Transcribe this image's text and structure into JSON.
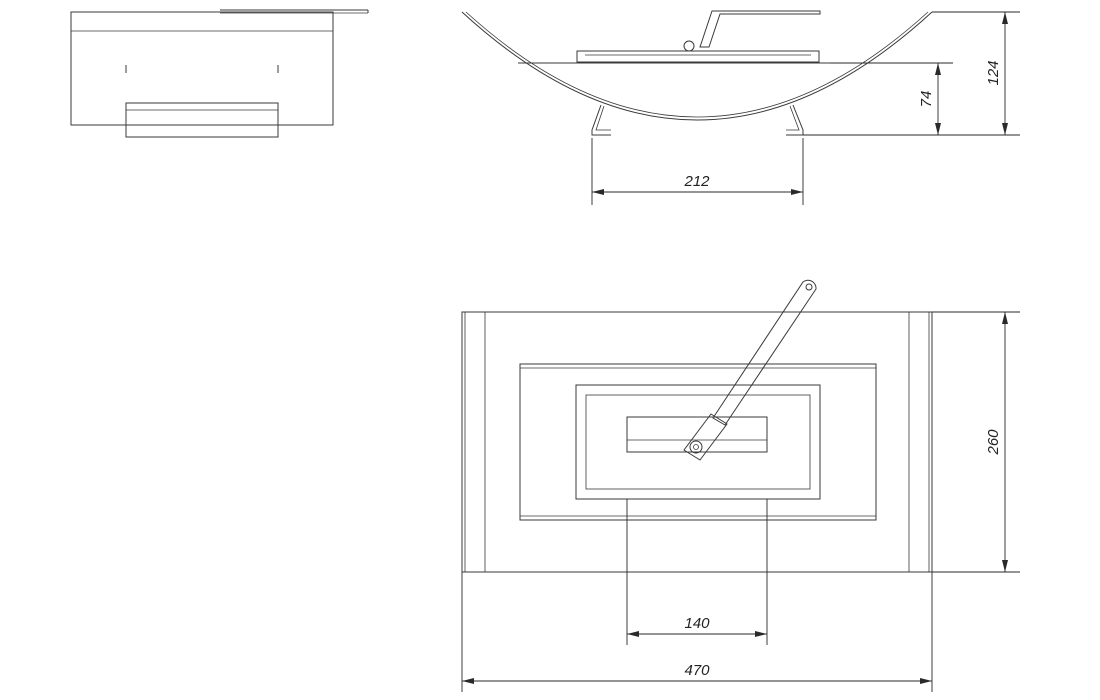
{
  "drawing": {
    "line_color": "#3a3a3a",
    "background": "#ffffff",
    "views": [
      "side-view",
      "front-view",
      "top-view"
    ],
    "dimensions": {
      "leg_span": "212",
      "height_total": "124",
      "height_base": "74",
      "burner_width": "140",
      "overall_width": "470",
      "overall_depth": "260"
    }
  }
}
